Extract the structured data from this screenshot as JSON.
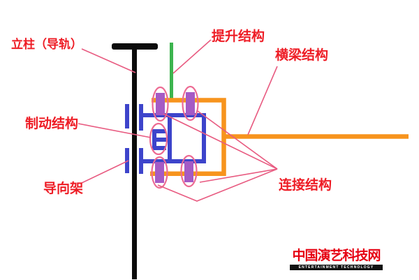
{
  "labels": {
    "column": "立柱（导轨）",
    "lift": "提升结构",
    "beam": "横梁结构",
    "brake": "制动结构",
    "guide": "导向架",
    "connector": "连接结构"
  },
  "logo": {
    "title": "中国演艺科技网",
    "subtitle": "ENTERTAINMENT TECHNOLOGY"
  },
  "colors": {
    "label_red": "#ee1c25",
    "leader_pink": "#e85a80",
    "ellipse_pink": "#ed6b93",
    "rail_black": "#0b0b0b",
    "lift_green": "#3cb44e",
    "beam_orange": "#f7941d",
    "frame_blue": "#3d44cb",
    "connector_purple": "#a55ac5",
    "logo_red": "#e60012",
    "logo_bar_black": "#111111",
    "background": "#ffffff"
  }
}
